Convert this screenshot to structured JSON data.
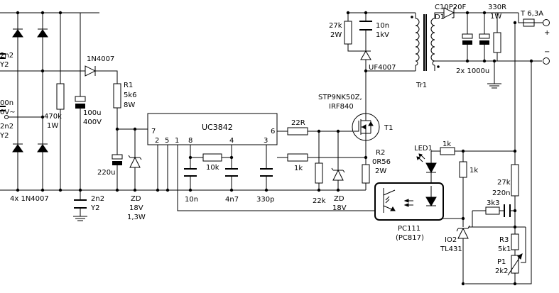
{
  "labels": {
    "c_y_top": "2n2",
    "c_y_top2": "Y2",
    "c_x_a": "00n",
    "c_x_b": "0V~",
    "c_y_bot": "2n2",
    "c_y_bot2": "Y2",
    "bridge": "4x 1N4007",
    "r_470k": "470k",
    "r_470k_w": "1W",
    "c_100u": "100u",
    "c_100u_v": "400V",
    "d_1n4007": "1N4007",
    "r1_name": "R1",
    "r1_val": "5k6",
    "r1_w": "8W",
    "c_220u": "220u",
    "zd_a": "ZD",
    "zd_a_v": "18V",
    "zd_a_w": "1,3W",
    "c_2n2y2_a": "2n2",
    "c_2n2y2_b": "Y2",
    "ic_name": "UC3842",
    "pin7": "7",
    "pin6": "6",
    "pin2": "2",
    "pin5": "5",
    "pin1": "1",
    "pin8": "8",
    "pin4": "4",
    "pin3": "3",
    "r_10k": "10k",
    "c_10n": "10n",
    "c_4n7": "4n7",
    "c_330p": "330p",
    "r_1k_cs": "1k",
    "r_22k": "22k",
    "zd_b": "ZD",
    "zd_b_v": "18V",
    "r_22r": "22R",
    "r_27k_snub": "27k",
    "r_27k_snub_w": "2W",
    "c_10n_snub": "10n",
    "c_10n_snub_v": "1kV",
    "d_uf4007": "UF4007",
    "mosfet_a": "STP9NK50Z,",
    "mosfet_b": "IRF840",
    "t1": "T1",
    "r2_name": "R2",
    "r2_val": "0R56",
    "r2_w": "2W",
    "tr1": "Tr1",
    "d1_part": "C10P20F",
    "d1_name": "D1",
    "r_330r": "330R",
    "r_330r_w": "1W",
    "fuse": "T 6,3A",
    "c_out": "2x 1000u",
    "plus": "+",
    "minus": "−",
    "led1": "LED1",
    "r_1k_led": "1k",
    "r_1k_b": "1k",
    "r_27k_fb": "27k",
    "r_3k3": "3k3",
    "c_220n": "220n",
    "pc_a": "PC111",
    "pc_b": "(PC817)",
    "io2_a": "IO2",
    "io2_b": "TL431",
    "r3_name": "R3",
    "r3_val": "5k1",
    "p1_name": "P1",
    "p1_val": "2k2"
  }
}
